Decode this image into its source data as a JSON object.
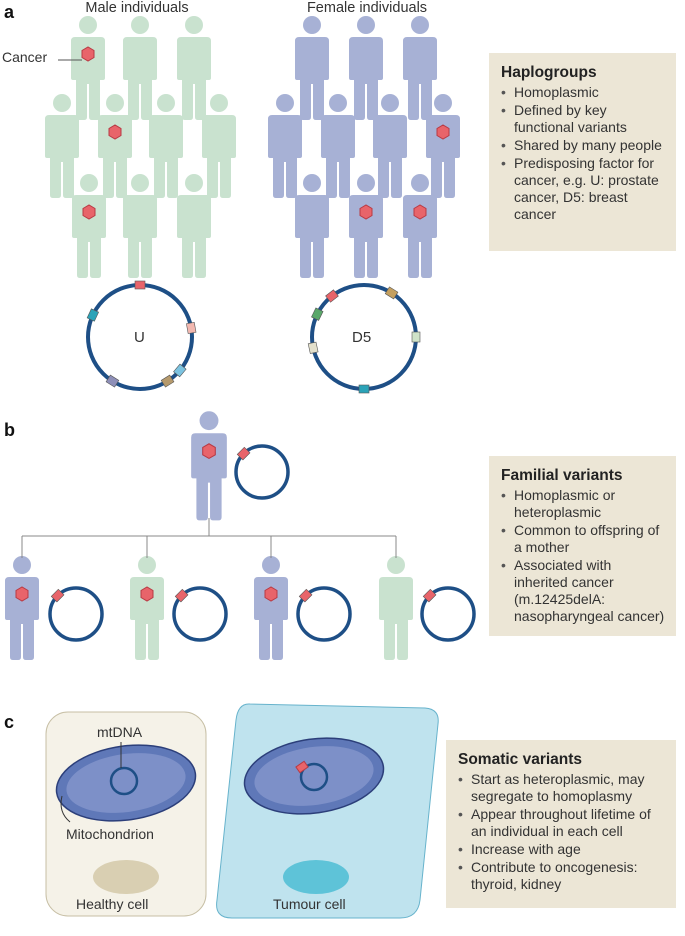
{
  "panels": {
    "a": "a",
    "b": "b",
    "c": "c"
  },
  "groups": {
    "male": "Male individuals",
    "female": "Female individuals"
  },
  "labels": {
    "cancer": "Cancer",
    "ring_u": "U",
    "ring_d5": "D5",
    "mtdna": "mtDNA",
    "mitochondrion": "Mitochondrion",
    "healthy_cell": "Healthy cell",
    "tumour_cell": "Tumour cell"
  },
  "boxes": {
    "haplogroups": {
      "title": "Haplogroups",
      "items": [
        "Homoplasmic",
        "Defined by key functional variants",
        "Shared by many people",
        "Predisposing factor for cancer, e.g. U: prostate cancer, D5: breast cancer"
      ]
    },
    "familial": {
      "title": "Familial variants",
      "items": [
        "Homoplasmic or heteroplasmic",
        "Common to offspring of a mother",
        "Associated with inherited cancer (m.12425delA: nasopharyngeal cancer)"
      ]
    },
    "somatic": {
      "title": "Somatic variants",
      "items": [
        "Start as heteroplasmic, may segregate to homoplasmy",
        "Appear throughout lifetime of an individual in each cell",
        "Increase with age",
        "Contribute to oncogenesis: thyroid, kidney"
      ]
    }
  },
  "colors": {
    "male": "#c9e2cf",
    "female": "#a7b1d5",
    "ring": "#1e4f86",
    "cancer_marker": "#e8646a",
    "box_bg": "#ece6d6"
  }
}
